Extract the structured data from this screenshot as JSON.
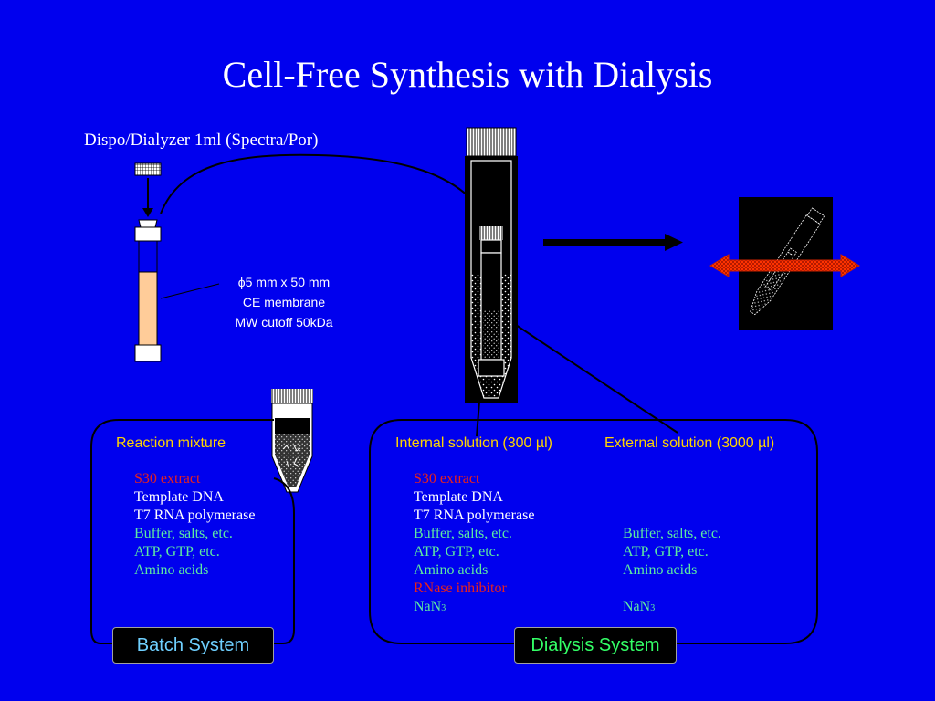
{
  "slide": {
    "title": "Cell-Free Synthesis with Dialysis"
  },
  "dialyzer": {
    "name": "Dispo/Dialyzer 1ml (Spectra/Por)",
    "spec_size": "ϕ5 mm x 50 mm",
    "spec_membrane": "CE membrane",
    "spec_cutoff": "MW cutoff 50kDa"
  },
  "batch": {
    "heading": "Reaction mixture",
    "label": "Batch System",
    "items": [
      "S30 extract",
      "Template DNA",
      "T7 RNA polymerase",
      "Buffer, salts, etc.",
      "ATP, GTP, etc.",
      "Amino acids"
    ]
  },
  "dialysis": {
    "label": "Dialysis System",
    "internal": {
      "heading": "Internal solution (300 µl)",
      "items": [
        "S30 extract",
        "Template DNA",
        "T7 RNA polymerase",
        "Buffer, salts, etc.",
        "ATP, GTP, etc.",
        "Amino acids",
        "RNase inhibitor",
        "NaN",
        "3"
      ]
    },
    "external": {
      "heading": "External solution (3000 µl)",
      "items": [
        "Buffer, salts, etc.",
        "ATP, GTP, etc.",
        "Amino acids",
        "NaN",
        "3"
      ]
    }
  },
  "colors": {
    "background": "#0000ee",
    "heading": "#ffd400",
    "extract": "#e8231c",
    "white_item": "#ffffff",
    "green_item": "#5eeaa0",
    "batch_label": "#6fd0ff",
    "dialysis_label": "#33ff66",
    "double_arrow": "#ff3300"
  }
}
